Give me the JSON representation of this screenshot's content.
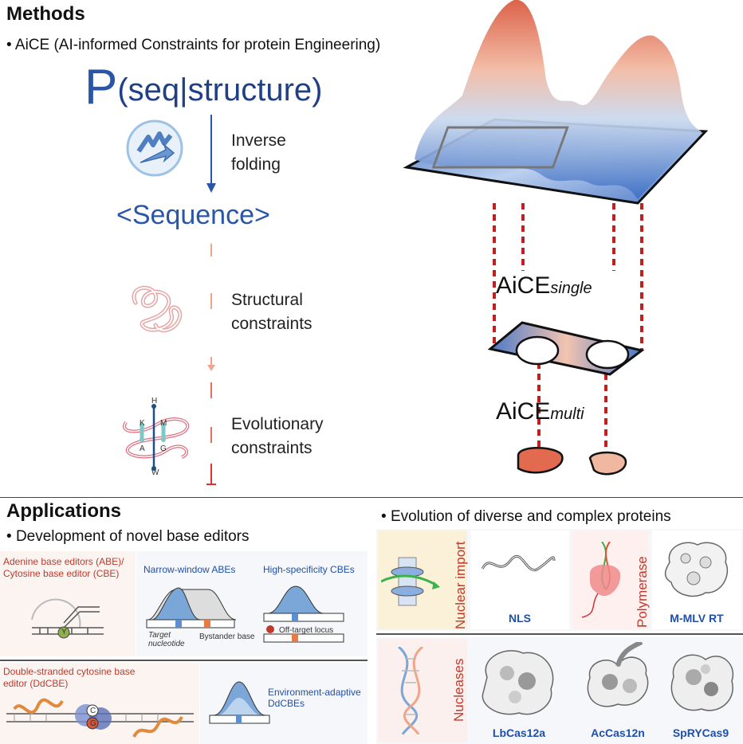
{
  "methods": {
    "title": "Methods",
    "bullet": "AiCE (AI-informed Constraints for protein Engineering)",
    "formula_p": "P",
    "formula_rest": "(seq|structure)",
    "inverse_folding": [
      "Inverse",
      "folding"
    ],
    "sequence": "<Sequence>",
    "structural": [
      "Structural",
      "constraints"
    ],
    "evolutionary": [
      "Evolutionary",
      "constraints"
    ],
    "residues": {
      "h": "H",
      "k": "K",
      "m": "M",
      "a": "A",
      "g": "G",
      "w": "W"
    },
    "aice_single_base": "AiCE",
    "aice_single_sub": "single",
    "aice_multi_base": "AiCE",
    "aice_multi_sub": "multi"
  },
  "applications": {
    "title": "Applications",
    "bullet_left": "Development of novel base editors",
    "bullet_right": "Evolution of diverse and complex proteins",
    "abe_cbe_title": "Adenine base editors (ABE)/ Cytosine base editor (CBE)",
    "narrow_window": "Narrow-window ABEs",
    "high_spec": "High-specificity CBEs",
    "target_nuc": "Target nucleotide",
    "bystander": "Bystander base",
    "off_target": "Off-target locus",
    "ddcbe_title": "Double-stranded cytosine base editor (DdCBE)",
    "env_adaptive": "Environment-adaptive DdCBEs",
    "nuclear_import": "Nuclear import",
    "polymerase": "Polymerase",
    "nucleases": "Nucleases",
    "nls": "NLS",
    "mmlv": "M-MLV RT",
    "lbcas": "LbCas12a",
    "accas": "AcCas12n",
    "spry": "SpRYCas9",
    "y_letter": "Y",
    "c_letter": "C",
    "g_letter": "G"
  },
  "colors": {
    "accent_blue": "#2a56a8",
    "accent_red": "#c0392b",
    "panel_bg": "#f6f7fa"
  }
}
